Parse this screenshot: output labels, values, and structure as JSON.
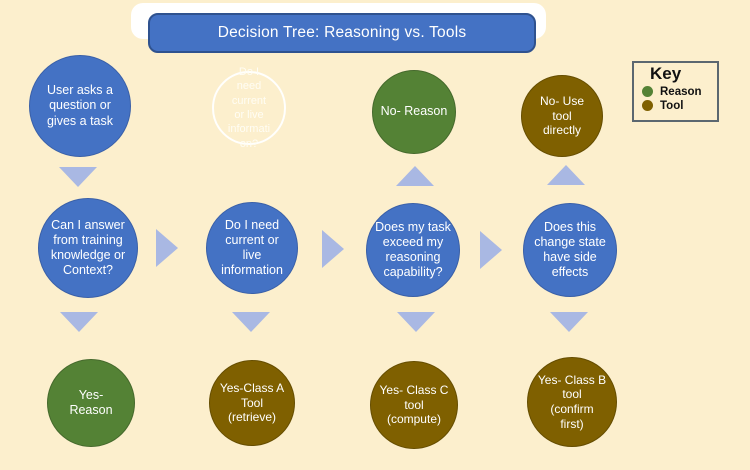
{
  "title": {
    "text": "Decision Tree: Reasoning vs. Tools"
  },
  "key": {
    "title": "Key",
    "items": [
      {
        "label": "Reason",
        "color": "#548235"
      },
      {
        "label": "Tool",
        "color": "#7f6000"
      }
    ]
  },
  "colors": {
    "background": "#fcefcd",
    "node_blue": "#4472c4",
    "node_green": "#548235",
    "node_olive": "#7f6000",
    "arrow": "#a9b8e3",
    "title_fill": "#4472c4",
    "title_border": "#2f528f"
  },
  "nodes": {
    "top_user": {
      "text": "User asks a\nquestion or\ngives a task",
      "category": "start"
    },
    "ghost": {
      "text": "Do I\nneed\ncurrent\nor live\ninformati\non?",
      "category": "faded-question"
    },
    "no_reason": {
      "text": "No- Reason",
      "category": "reason"
    },
    "no_use": {
      "text": "No- Use\ntool\ndirectly",
      "category": "tool"
    },
    "mid1": {
      "text": "Can I answer\nfrom training\nknowledge or\nContext?",
      "category": "question"
    },
    "mid2": {
      "text": "Do I need\ncurrent or\nlive\ninformation",
      "category": "question"
    },
    "mid3": {
      "text": "Does my task\nexceed my\nreasoning\ncapability?",
      "category": "question"
    },
    "mid4": {
      "text": "Does this\nchange state\nhave side\neffects",
      "category": "question"
    },
    "bot1": {
      "text": "Yes-\nReason",
      "category": "reason"
    },
    "bot2": {
      "text": "Yes-Class A\nTool\n(retrieve)",
      "category": "tool"
    },
    "bot3": {
      "text": "Yes- Class C\ntool\n(compute)",
      "category": "tool"
    },
    "bot4": {
      "text": "Yes- Class B\ntool\n(confirm\nfirst)",
      "category": "tool"
    }
  }
}
